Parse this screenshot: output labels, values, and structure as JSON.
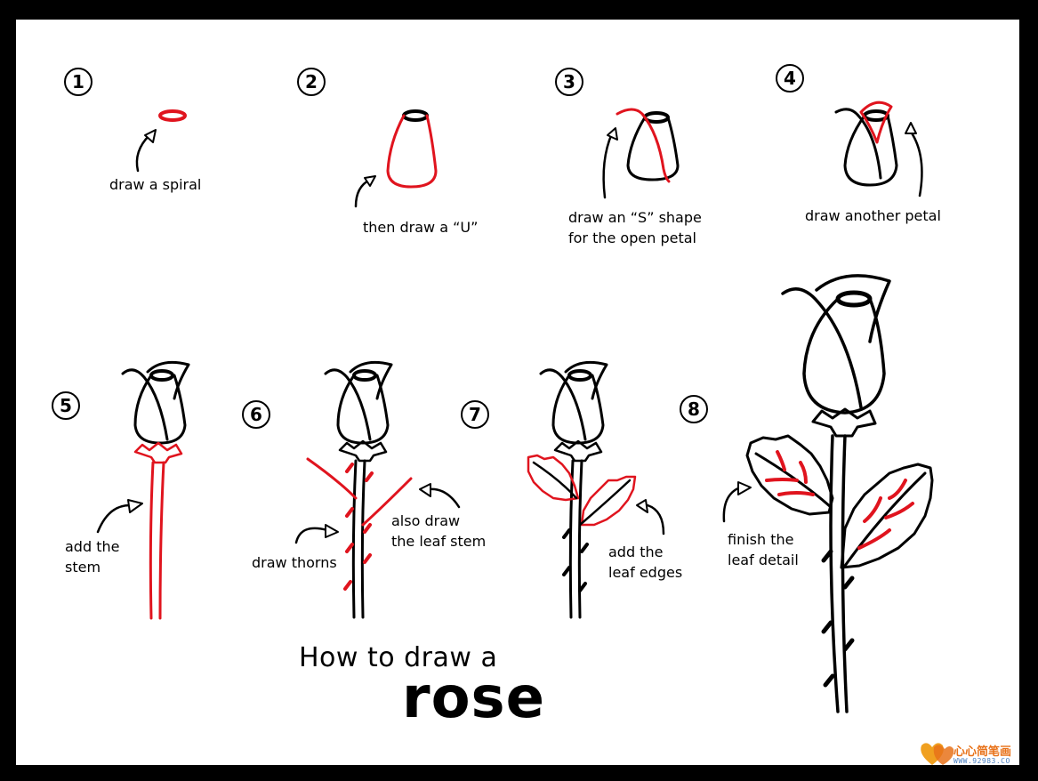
{
  "steps": [
    {
      "number": "1",
      "caption": "draw a spiral"
    },
    {
      "number": "2",
      "caption": "then draw a “U”"
    },
    {
      "number": "3",
      "caption": "draw an “S” shape\nfor the open petal"
    },
    {
      "number": "4",
      "caption": "draw another petal"
    },
    {
      "number": "5",
      "caption": "add the\nstem"
    },
    {
      "number": "6",
      "caption_left": "draw thorns",
      "caption_right": "also draw\nthe leaf stem"
    },
    {
      "number": "7",
      "caption": "add the\nleaf edges"
    },
    {
      "number": "8",
      "caption": "finish the\nleaf detail"
    }
  ],
  "title": {
    "line1": "How to draw a",
    "line2": "rose"
  },
  "watermark": {
    "text": "心心简笔画",
    "url": "WWW.92983.CO"
  },
  "colors": {
    "ink": "#000000",
    "highlight": "#e0141e",
    "paper": "#ffffff"
  }
}
